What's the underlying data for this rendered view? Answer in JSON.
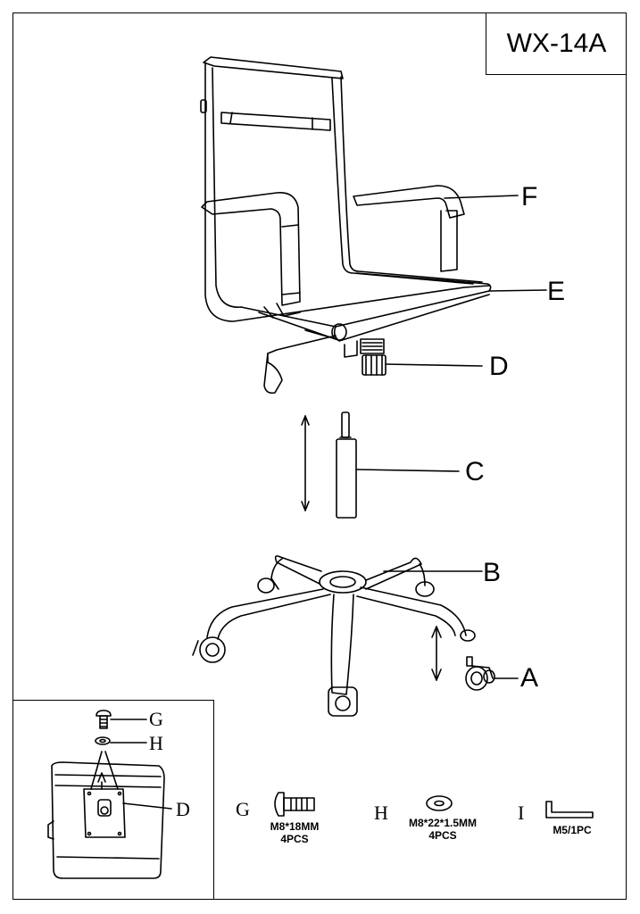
{
  "model": "WX-14A",
  "parts": {
    "a": "A",
    "b": "B",
    "c": "C",
    "d": "D",
    "e": "E",
    "f": "F"
  },
  "detail": {
    "g": "G",
    "h": "H",
    "d": "D"
  },
  "hardware": {
    "g_letter": "G",
    "g_spec": "M8*18MM",
    "g_qty": "4PCS",
    "h_letter": "H",
    "h_spec": "M8*22*1.5MM",
    "h_qty": "4PCS",
    "i_letter": "I",
    "i_spec": "M5/1PC"
  }
}
